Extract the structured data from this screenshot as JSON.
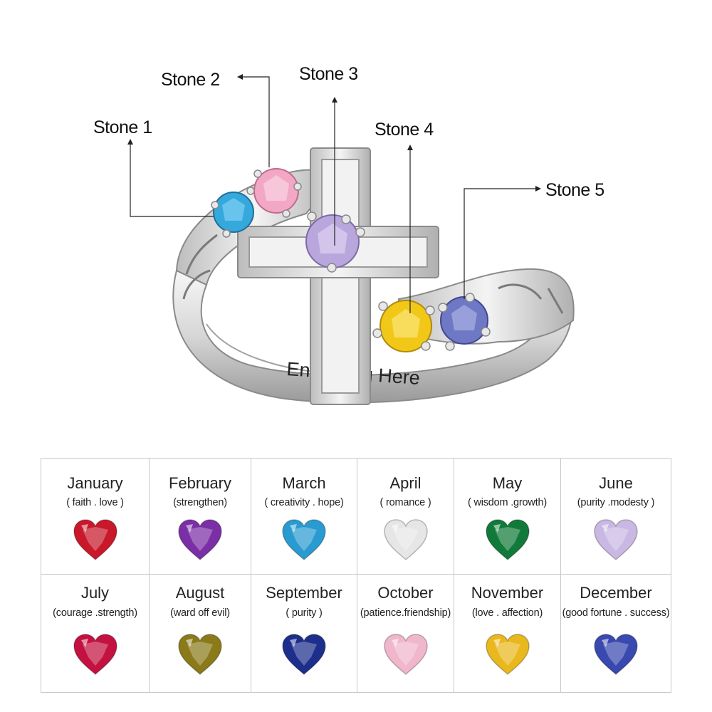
{
  "stone_labels": [
    "Stone 1",
    "Stone 2",
    "Stone 3",
    "Stone 4",
    "Stone 5"
  ],
  "engraving": "Engraving Here",
  "months": [
    {
      "name": "January",
      "meaning": "( faith . love )",
      "color": "#c8182a"
    },
    {
      "name": "February",
      "meaning": "(strengthen)",
      "color": "#7a2fa6"
    },
    {
      "name": "March",
      "meaning": "( creativity . hope)",
      "color": "#2a9bd0"
    },
    {
      "name": "April",
      "meaning": "( romance )",
      "color": "#e6e6e6"
    },
    {
      "name": "May",
      "meaning": "( wisdom .growth)",
      "color": "#117a3a"
    },
    {
      "name": "June",
      "meaning": "(purity .modesty )",
      "color": "#c9b8e3"
    },
    {
      "name": "July",
      "meaning": "(courage .strength)",
      "color": "#c41240"
    },
    {
      "name": "August",
      "meaning": "(ward off evil)",
      "color": "#8a7a1a"
    },
    {
      "name": "September",
      "meaning": "( purity )",
      "color": "#1d2f8c"
    },
    {
      "name": "October",
      "meaning": "(patience.friendship)",
      "color": "#f0b6cc"
    },
    {
      "name": "November",
      "meaning": "(love . affection)",
      "color": "#e9b81c"
    },
    {
      "name": "December",
      "meaning": "(good fortune . success)",
      "color": "#3a49b0"
    }
  ],
  "ring_stones": [
    {
      "label": "Stone 1",
      "color": "#35a9dc"
    },
    {
      "label": "Stone 2",
      "color": "#f2a8c4"
    },
    {
      "label": "Stone 3",
      "color": "#b9a6dc"
    },
    {
      "label": "Stone 4",
      "color": "#f2c818"
    },
    {
      "label": "Stone 5",
      "color": "#6e78c4"
    }
  ]
}
